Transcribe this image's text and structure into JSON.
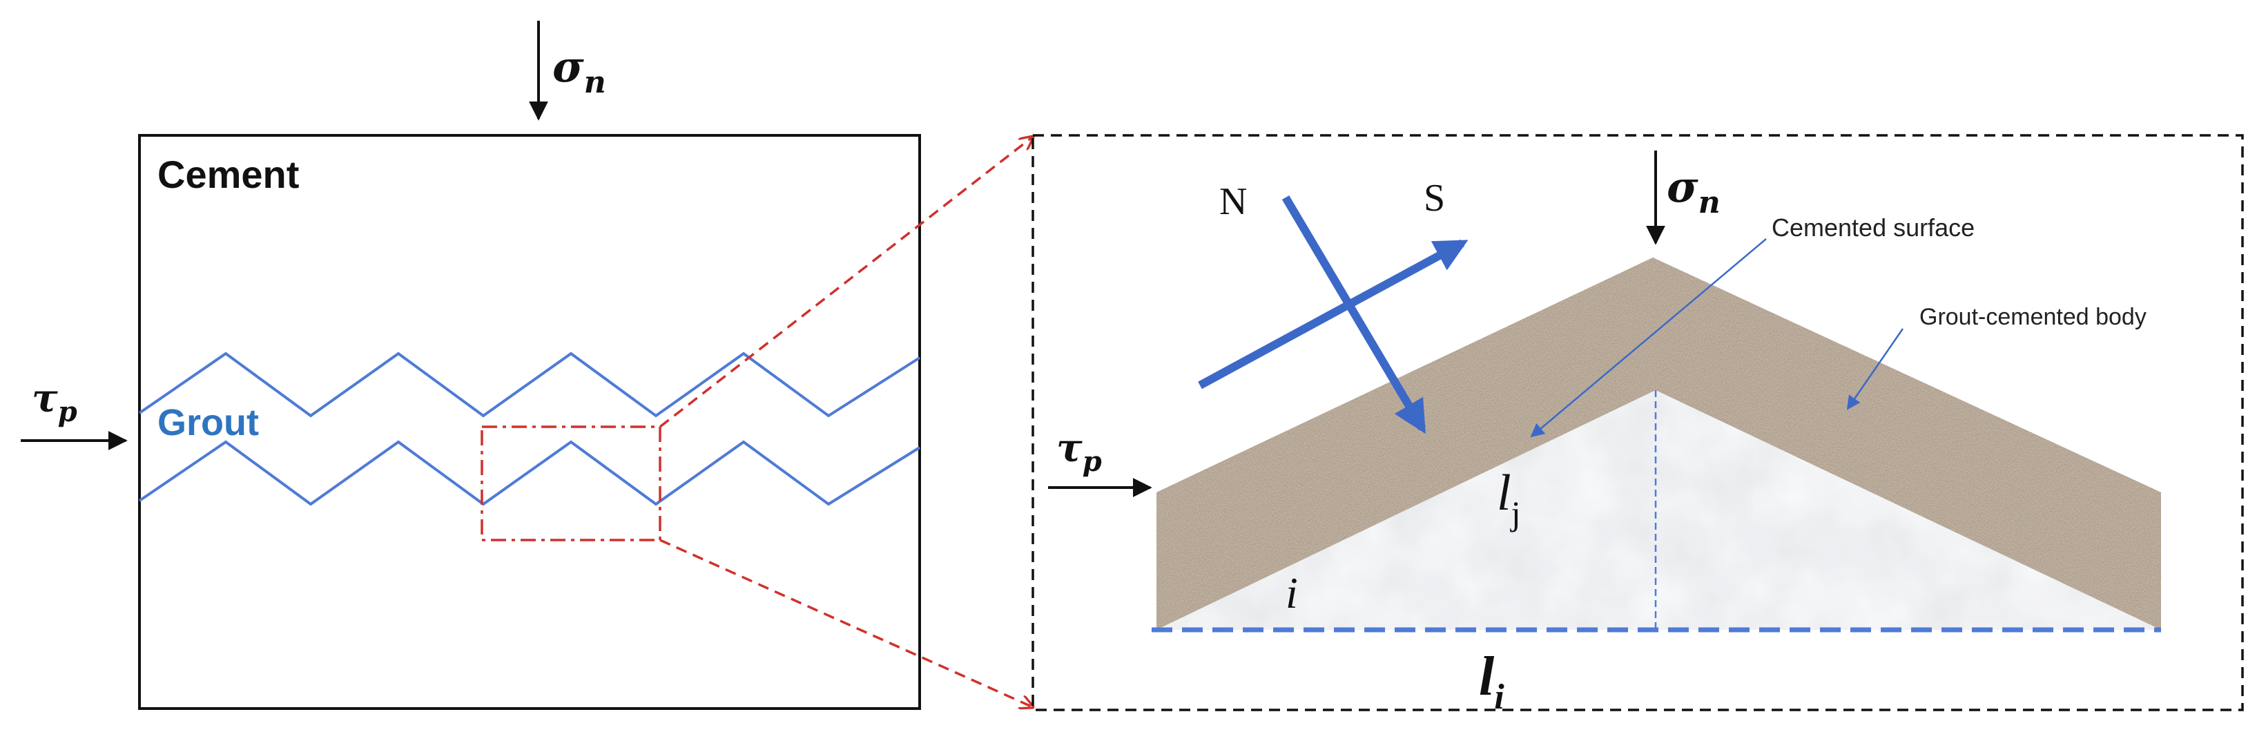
{
  "left_panel": {
    "material_label": "Cement",
    "layer_label": "Grout"
  },
  "stresses": {
    "normal_symbol": "σ",
    "normal_subscript": "n",
    "shear_symbol": "τ",
    "shear_subscript": "p"
  },
  "detail_panel": {
    "north_label": "N",
    "south_label": "S",
    "cemented_surface_label": "Cemented surface",
    "grout_body_label": "Grout-cemented body",
    "lj_symbol": "l",
    "lj_subscript": "j",
    "i_label": "i",
    "li_symbol": "l",
    "li_subscript": "i"
  },
  "colors": {
    "grout_line": "#4f7bd6",
    "grout_text": "#2f74c0",
    "arrow_blue": "#3c69c8",
    "zoom_red": "#d0312d",
    "outline": "#111111"
  }
}
